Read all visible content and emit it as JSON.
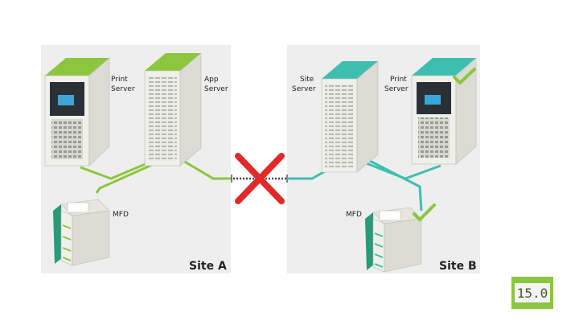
{
  "site_a": {
    "label": "Site A",
    "print_server": {
      "line1": "Print",
      "line2": "Server"
    },
    "app_server": {
      "line1": "App",
      "line2": "Server"
    },
    "mfd": {
      "label": "MFD"
    }
  },
  "site_b": {
    "label": "Site B",
    "site_server": {
      "line1": "Site",
      "line2": "Server"
    },
    "print_server": {
      "line1": "Print",
      "line2": "Server"
    },
    "mfd": {
      "label": "MFD"
    }
  },
  "link_status": "failed",
  "version_badge": {
    "text": "15.0"
  },
  "colors": {
    "site_a_accent": "#8cc63f",
    "site_b_accent": "#3dbfb0",
    "failure_x": "#e02a2a",
    "panel_bg": "#eeeeee"
  },
  "icons": {
    "failure": "red-x-icon",
    "ok": "green-check-icon"
  }
}
